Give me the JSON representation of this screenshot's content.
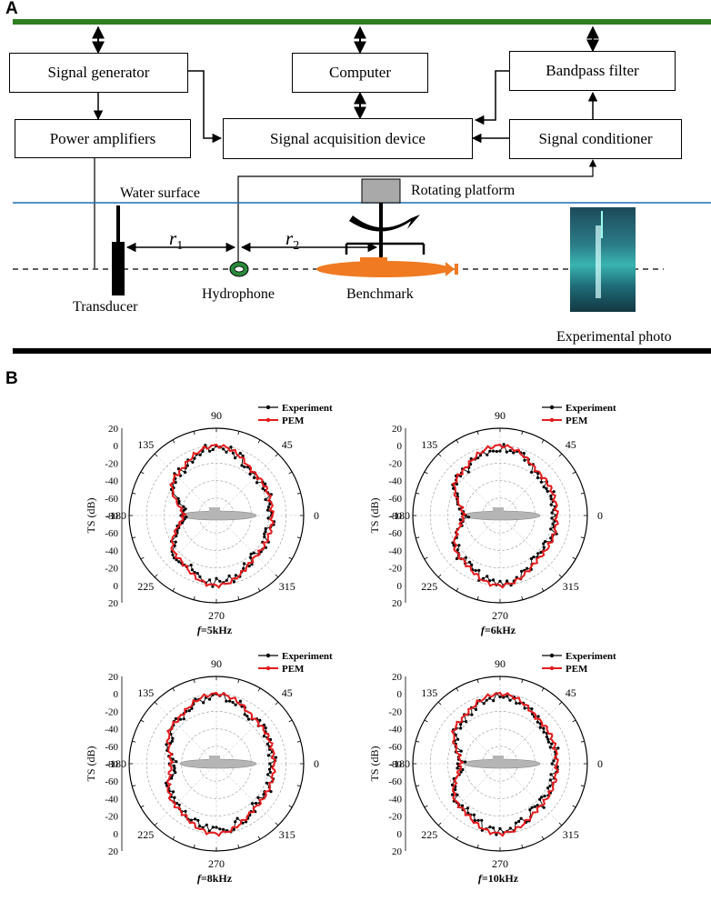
{
  "panel_a": {
    "label": "A",
    "boxes": {
      "signal_generator": "Signal generator",
      "computer": "Computer",
      "bandpass_filter": "Bandpass filter",
      "power_amplifiers": "Power amplifiers",
      "signal_acquisition": "Signal acquisition device",
      "signal_conditioner": "Signal conditioner"
    },
    "labels": {
      "water_surface": "Water surface",
      "rotating_platform": "Rotating platform",
      "r1": "r",
      "r1_sub": "1",
      "r2": "r",
      "r2_sub": "2",
      "transducer": "Transducer",
      "hydrophone": "Hydrophone",
      "benchmark": "Benchmark",
      "experimental_photo": "Experimental photo"
    },
    "colors": {
      "top_rail": "#2e7d1f",
      "water": "#1f6fb5",
      "benchmark": "#f07a22"
    }
  },
  "panel_b": {
    "label": "B",
    "ylabel": "TS (dB)",
    "radial_ticks": [
      "20",
      "0",
      "-20",
      "-40",
      "-60",
      "-80"
    ],
    "angle_ticks": [
      "0",
      "45",
      "90",
      "135",
      "-180",
      "225",
      "270",
      "315"
    ],
    "legend": {
      "experiment": "Experiment",
      "pem": "PEM"
    },
    "colors": {
      "experiment": "#000000",
      "pem": "#e41a1c"
    },
    "plots": [
      {
        "freq_prefix": "f",
        "freq_text": "=5kHz"
      },
      {
        "freq_prefix": "f",
        "freq_text": "=6kHz"
      },
      {
        "freq_prefix": "f",
        "freq_text": "=8kHz"
      },
      {
        "freq_prefix": "f",
        "freq_text": "=10kHz"
      }
    ]
  },
  "chart_data": [
    {
      "type": "scatter",
      "title": "f=5kHz",
      "radial_range": [
        -80,
        20
      ],
      "angle_unit": "deg",
      "series": [
        {
          "name": "Experiment",
          "values": [
            [
              0,
              -17
            ],
            [
              45,
              -16
            ],
            [
              90,
              -2
            ],
            [
              135,
              -16
            ],
            [
              180,
              -44
            ],
            [
              225,
              -16
            ],
            [
              270,
              -3
            ],
            [
              315,
              -16
            ]
          ]
        },
        {
          "name": "PEM",
          "values": [
            [
              0,
              -16
            ],
            [
              45,
              -15
            ],
            [
              90,
              0
            ],
            [
              135,
              -15
            ],
            [
              180,
              -42
            ],
            [
              225,
              -15
            ],
            [
              270,
              0
            ],
            [
              315,
              -15
            ]
          ]
        }
      ]
    },
    {
      "type": "scatter",
      "title": "f=6kHz",
      "radial_range": [
        -80,
        20
      ],
      "angle_unit": "deg",
      "series": [
        {
          "name": "Experiment",
          "values": [
            [
              0,
              -16
            ],
            [
              45,
              -15
            ],
            [
              90,
              -2
            ],
            [
              135,
              -16
            ],
            [
              180,
              -40
            ],
            [
              225,
              -15
            ],
            [
              270,
              -2
            ],
            [
              315,
              -16
            ]
          ]
        },
        {
          "name": "PEM",
          "values": [
            [
              0,
              -15
            ],
            [
              45,
              -14
            ],
            [
              90,
              0
            ],
            [
              135,
              -14
            ],
            [
              180,
              -38
            ],
            [
              225,
              -14
            ],
            [
              270,
              0
            ],
            [
              315,
              -14
            ]
          ]
        }
      ]
    },
    {
      "type": "scatter",
      "title": "f=8kHz",
      "radial_range": [
        -80,
        20
      ],
      "angle_unit": "deg",
      "series": [
        {
          "name": "Experiment",
          "values": [
            [
              0,
              -15
            ],
            [
              45,
              -14
            ],
            [
              90,
              -3
            ],
            [
              135,
              -14
            ],
            [
              180,
              -30
            ],
            [
              225,
              -14
            ],
            [
              270,
              -3
            ],
            [
              315,
              -14
            ]
          ]
        },
        {
          "name": "PEM",
          "values": [
            [
              0,
              -14
            ],
            [
              45,
              -13
            ],
            [
              90,
              0
            ],
            [
              135,
              -13
            ],
            [
              180,
              -28
            ],
            [
              225,
              -13
            ],
            [
              270,
              0
            ],
            [
              315,
              -13
            ]
          ]
        }
      ]
    },
    {
      "type": "scatter",
      "title": "f=10kHz",
      "radial_range": [
        -80,
        20
      ],
      "angle_unit": "deg",
      "series": [
        {
          "name": "Experiment",
          "values": [
            [
              0,
              -16
            ],
            [
              45,
              -14
            ],
            [
              90,
              -3
            ],
            [
              135,
              -14
            ],
            [
              180,
              -36
            ],
            [
              225,
              -14
            ],
            [
              270,
              -3
            ],
            [
              315,
              -14
            ]
          ]
        },
        {
          "name": "PEM",
          "values": [
            [
              0,
              -15
            ],
            [
              45,
              -13
            ],
            [
              90,
              0
            ],
            [
              135,
              -13
            ],
            [
              180,
              -35
            ],
            [
              225,
              -13
            ],
            [
              270,
              0
            ],
            [
              315,
              -13
            ]
          ]
        }
      ]
    }
  ]
}
